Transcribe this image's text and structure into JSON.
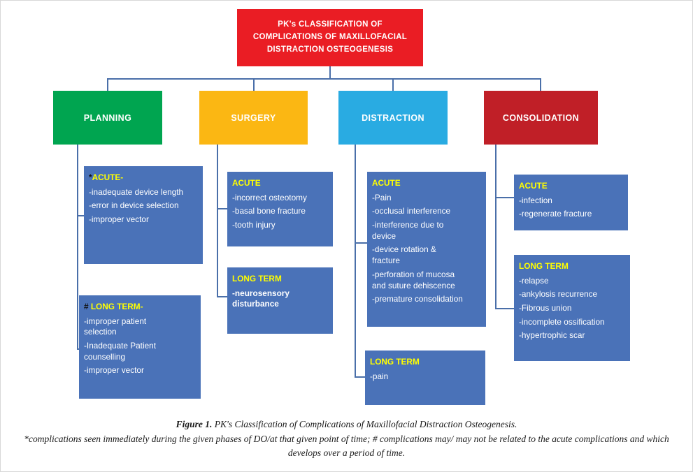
{
  "figure": {
    "title": "PK's CLASSIFICATION OF COMPLICATIONS OF MAXILLOFACIAL DISTRACTION OSTEOGENESIS",
    "title_lines": [
      "PK's CLASSIFICATION  OF",
      "COMPLICATIONS  OF  MAXILLOFACIAL",
      "DISTRACTION  OSTEOGENESIS"
    ]
  },
  "colors": {
    "title_box": "#ea1d24",
    "planning": "#00a550",
    "surgery": "#fbb713",
    "distraction": "#29abe2",
    "consolidation": "#c01f27",
    "detail_box": "#4a72b8",
    "connector": "#4a6fa9",
    "heading_text": "#ffff00",
    "body_text": "#ffffff"
  },
  "phases": [
    {
      "id": "planning",
      "label": "PLANNING"
    },
    {
      "id": "surgery",
      "label": "SURGERY"
    },
    {
      "id": "distraction",
      "label": "DISTRACTION"
    },
    {
      "id": "consolidation",
      "label": "CONSOLIDATION"
    }
  ],
  "details": {
    "planning_acute": {
      "mark": "*",
      "heading": "ACUTE-",
      "items": [
        "-inadequate  device length",
        "-error in device selection",
        "-improper  vector"
      ]
    },
    "planning_long": {
      "mark": "#",
      "heading": " LONG  TERM-",
      "items": [
        "-improper  patient\nselection",
        "-Inadequate  Patient\ncounselling",
        "-improper  vector"
      ]
    },
    "surgery_acute": {
      "heading": "ACUTE",
      "items": [
        "-incorrect osteotomy",
        "-basal bone fracture",
        "-tooth injury"
      ]
    },
    "surgery_long": {
      "heading": "LONG  TERM",
      "items": [
        "-neurosensory\ndisturbance"
      ]
    },
    "distraction_acute": {
      "heading": "ACUTE",
      "items": [
        "-Pain",
        "-occlusal interference",
        "-interference  due to\ndevice",
        "-device rotation &\nfracture",
        "-perforation  of mucosa\nand suture dehiscence",
        "-premature consolidation"
      ]
    },
    "distraction_long": {
      "heading": "LONG  TERM",
      "items": [
        "-pain"
      ]
    },
    "consolidation_acute": {
      "heading": "ACUTE",
      "items": [
        "-infection",
        "-regenerate fracture"
      ]
    },
    "consolidation_long": {
      "heading": "LONG  TERM",
      "items": [
        "-relapse",
        "-ankylosis  recurrence",
        "-Fibrous  union",
        "-incomplete  ossification",
        "-hypertrophic  scar"
      ]
    }
  },
  "caption": {
    "figure_label": "Figure 1.",
    "line1": " PK's Classification of Complications of Maxillofacial Distraction Osteogenesis.",
    "line2": "*complications seen immediately during the given phases of DO/at that given point of time; # complications may/ may not be related to the acute complications and which develops over a period of time."
  }
}
